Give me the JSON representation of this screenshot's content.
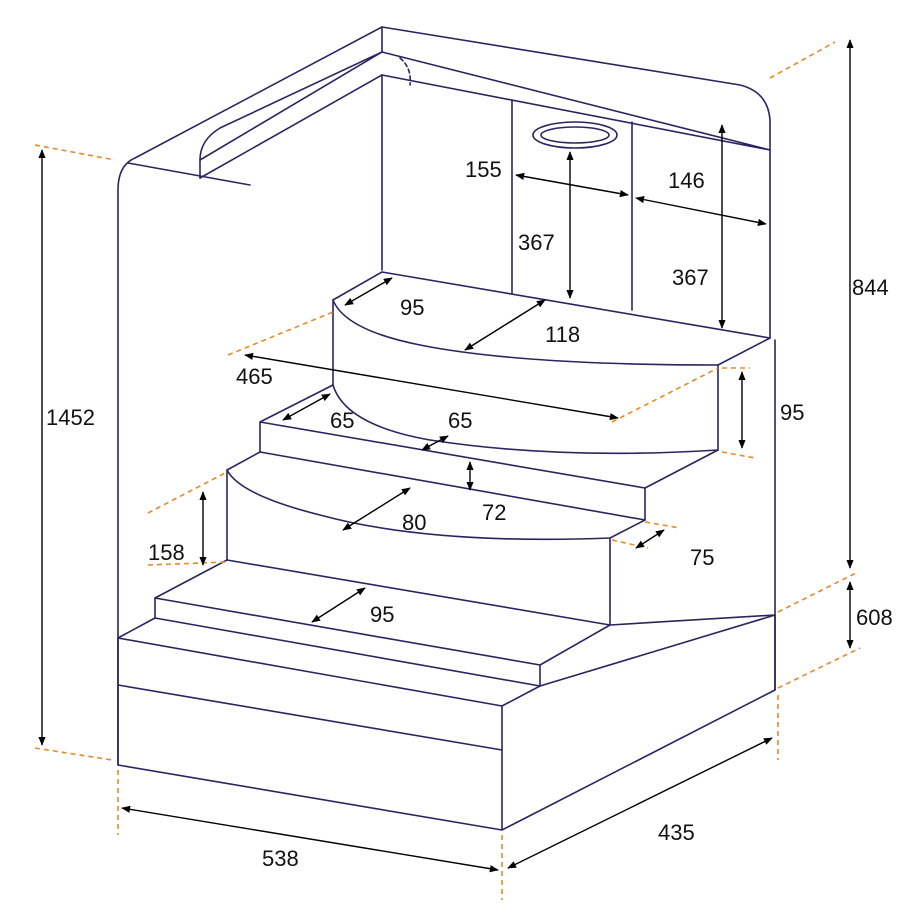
{
  "colors": {
    "outline": "#2a2560",
    "dimension": "#000000",
    "extension": "#e8892a"
  },
  "dimensions": {
    "overall_height": "1452",
    "upper_height": "844",
    "base_height": "608",
    "width": "538",
    "depth": "435",
    "top_step_depth": "95",
    "top_step_curve": "118",
    "top_step_width": "465",
    "top_step_riser": "95",
    "back_panel_left": "155",
    "back_panel_right": "146",
    "back_panel_height_left": "367",
    "back_panel_height_right": "367",
    "second_step_left": "65",
    "second_step_right": "65",
    "second_step_rise": "72",
    "third_step_curve": "80",
    "third_step_side": "75",
    "third_step_rise": "158",
    "bottom_step_depth": "95"
  }
}
